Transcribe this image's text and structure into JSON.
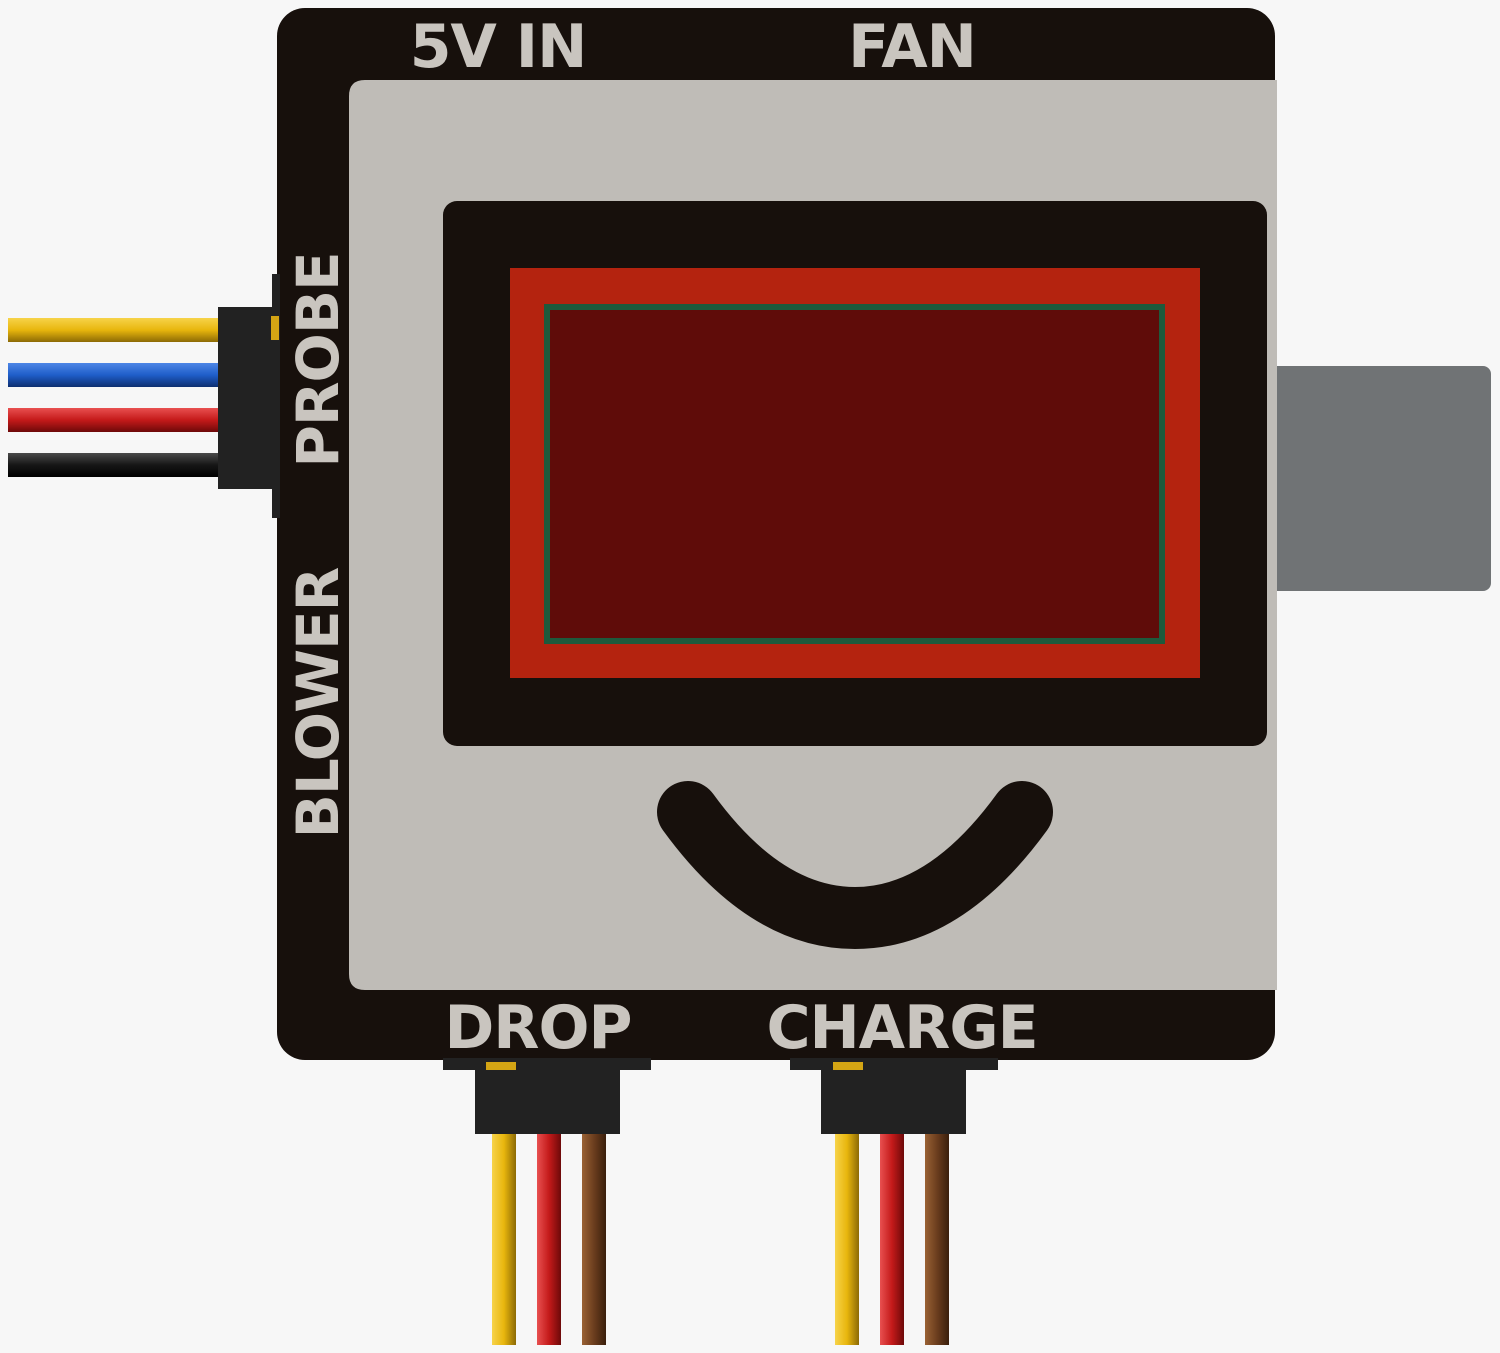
{
  "device": {
    "labels": {
      "top_left": "5V IN",
      "top_right": "FAN",
      "side_upper": "PROBE",
      "side_lower": "BLOWER",
      "bottom_left": "DROP",
      "bottom_right": "CHARGE"
    }
  },
  "colors": {
    "board": "#17100c",
    "panel": "#bfbcb7",
    "screen_frame": "#b4230f",
    "screen": "#5f0c09",
    "screen_border": "#1e5a3c",
    "usb_port": "#707375",
    "connector": "#222222",
    "pin_marker": "#d4a514",
    "wire_yellow": "#e8b60d",
    "wire_blue": "#1f5ec9",
    "wire_red": "#c41a1a",
    "wire_black": "#111111",
    "wire_brown": "#6b3d1e"
  },
  "wire_sets": {
    "probe": [
      "yellow",
      "blue",
      "red",
      "black"
    ],
    "drop": [
      "yellow",
      "red",
      "brown"
    ],
    "charge": [
      "yellow",
      "red",
      "brown"
    ]
  }
}
